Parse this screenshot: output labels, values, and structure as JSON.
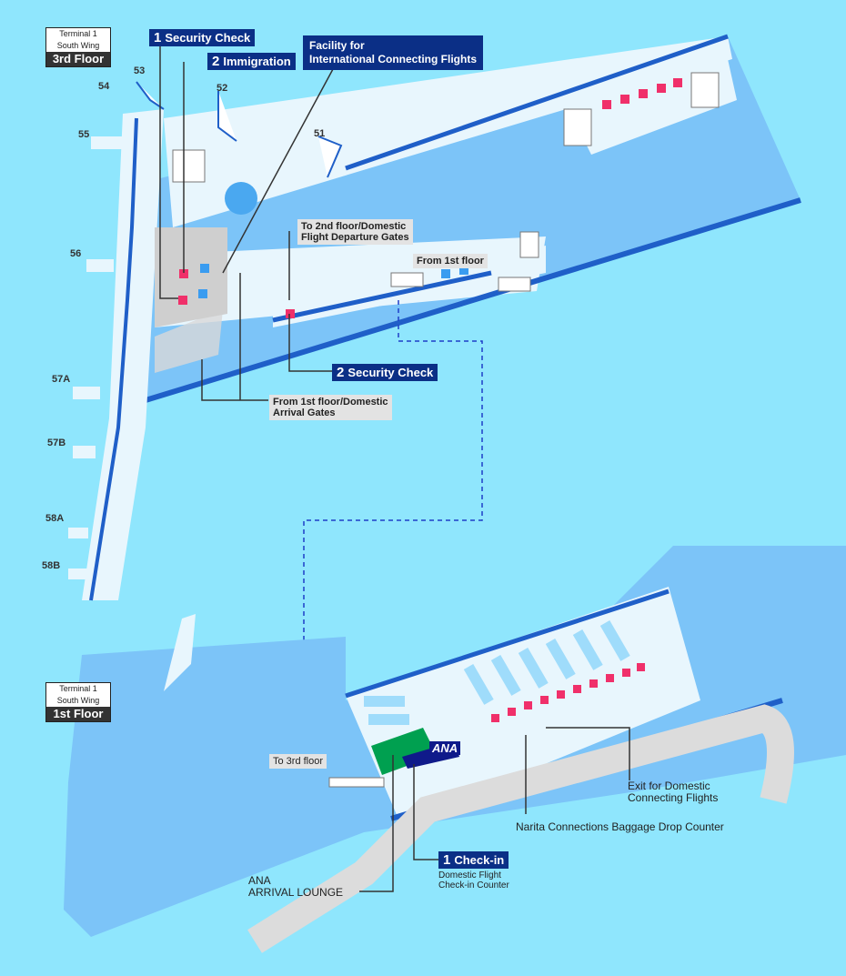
{
  "floors": {
    "third": {
      "terminal": "Terminal 1",
      "wing": "South Wing",
      "floor": "3rd Floor"
    },
    "first": {
      "terminal": "Terminal 1",
      "wing": "South Wing",
      "floor": "1st Floor"
    }
  },
  "gates": [
    "53",
    "54",
    "52",
    "55",
    "51",
    "56",
    "57A",
    "57B",
    "58A",
    "58B"
  ],
  "callouts": {
    "security1": {
      "num": "1",
      "label": "Security Check"
    },
    "immigration": {
      "num": "2",
      "label": "Immigration"
    },
    "facility": {
      "line1": "Facility for",
      "line2": "International Connecting Flights"
    },
    "to_2nd": {
      "line1": "To 2nd floor/Domestic",
      "line2": "Flight Departure Gates"
    },
    "from_1st": "From 1st floor",
    "security2": {
      "num": "2",
      "label": "Security Check"
    },
    "from_1st_domestic": {
      "line1": "From 1st floor/Domestic",
      "line2": "Arrival Gates"
    },
    "to_3rd": "To 3rd floor",
    "exit_domestic": {
      "line1": "Exit for Domestic",
      "line2": "Connecting Flights"
    },
    "baggage_drop": "Narita Connections Baggage Drop Counter",
    "checkin": {
      "num": "1",
      "label": "Check-in"
    },
    "checkin_sub": {
      "line1": "Domestic Flight",
      "line2": "Check-in Counter"
    },
    "lounge": {
      "line1": "ANA",
      "line2": "ARRIVAL LOUNGE"
    },
    "ana_logo": "ANA"
  },
  "colors": {
    "water": "#8fe6fd",
    "building": "#7cc4f8",
    "floor": "#e8f6fd",
    "edge": "#1f5fc8",
    "navy": "#0b2f86",
    "counter": "#f0306a",
    "lounge": "#00a050"
  }
}
